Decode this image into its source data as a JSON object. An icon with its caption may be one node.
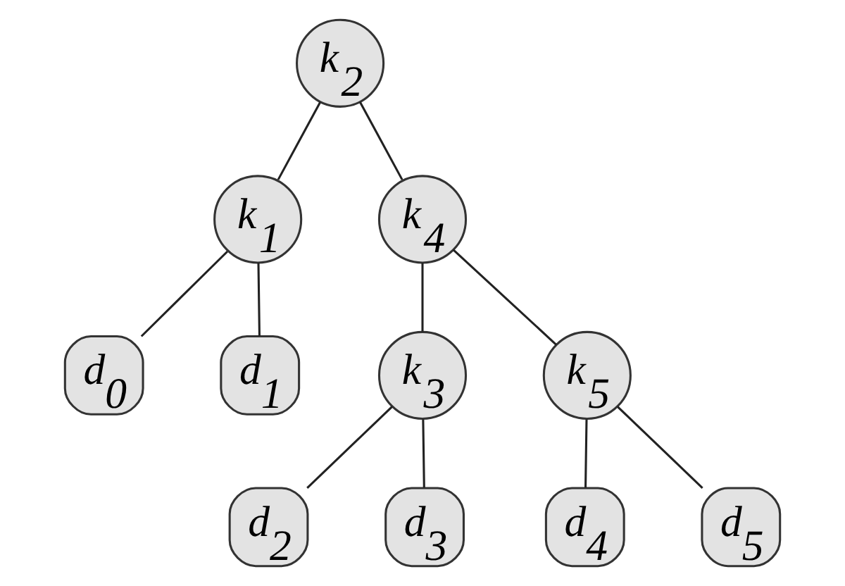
{
  "diagram": {
    "nodes": [
      {
        "text": [
          "k$_{2}$"
        ]
      },
      {
        "text": [
          "k$_{1}$"
        ]
      },
      {
        "text": [
          "k$_{4}$"
        ]
      },
      {
        "text": [
          "d$_{0}$"
        ]
      },
      {
        "text": [
          "d$_{1}$"
        ]
      },
      {
        "text": [
          "k$_{3}$"
        ]
      },
      {
        "text": [
          "k$_{5}$"
        ]
      },
      {
        "text": [
          "d$_{2}$"
        ]
      },
      {
        "text": [
          "d$_{3}$"
        ]
      },
      {
        "text": [
          "d$_{4}$"
        ]
      },
      {
        "text": [
          "d$_{5}$"
        ]
      }
    ],
    "edges": [
      {
        "from": 0,
        "to": 1,
        "arrow": "none"
      },
      {
        "from": 0,
        "to": 2,
        "arrow": "none"
      },
      {
        "from": 1,
        "to": 3,
        "arrow": "none"
      },
      {
        "from": 1,
        "to": 4,
        "arrow": "none"
      },
      {
        "from": 2,
        "to": 5,
        "arrow": "none"
      },
      {
        "from": 2,
        "to": 6,
        "arrow": "none"
      },
      {
        "from": 5,
        "to": 7,
        "arrow": "none"
      },
      {
        "from": 5,
        "to": 8,
        "arrow": "none"
      },
      {
        "from": 6,
        "to": 9,
        "arrow": "none"
      },
      {
        "from": 6,
        "to": 10,
        "arrow": "none"
      }
    ]
  }
}
